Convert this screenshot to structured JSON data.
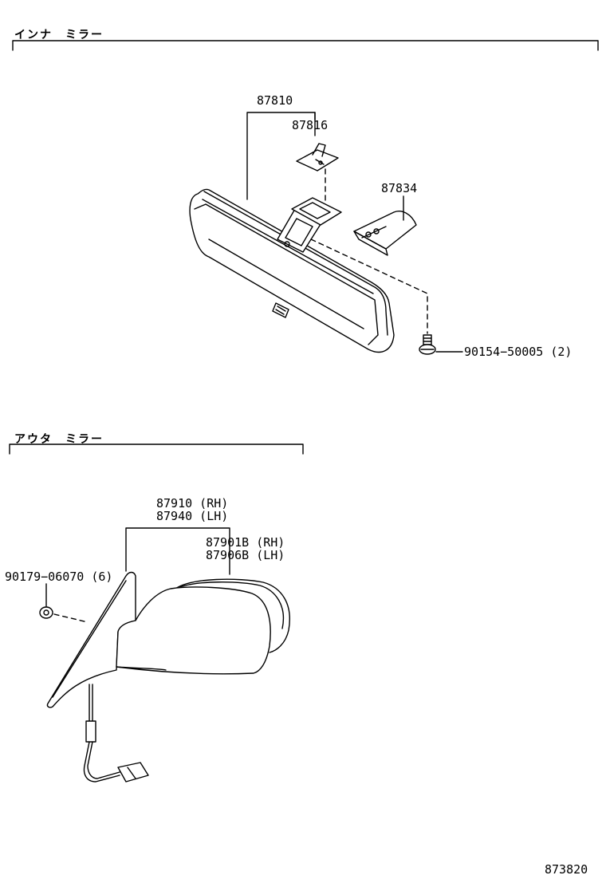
{
  "sections": {
    "inner": {
      "title": "インナ　ミラー"
    },
    "outer": {
      "title": "アウタ　ミラー"
    }
  },
  "parts": {
    "p87810": "87810",
    "p87816": "87816",
    "p87834": "87834",
    "p90154": "90154−50005 (2)",
    "p87910": "87910 (RH)",
    "p87940": "87940 (LH)",
    "p87901": "87901B (RH)",
    "p87906": "87906B (LH)",
    "p90179": "90179−06070 (6)"
  },
  "diagram_id": "873820"
}
